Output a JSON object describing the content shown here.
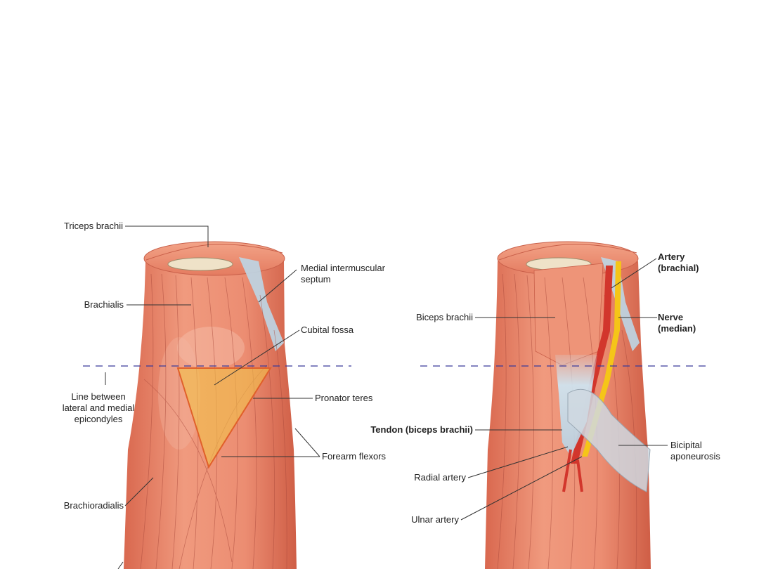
{
  "figure": {
    "colors": {
      "muscle": "#e8836a",
      "muscle_dark": "#c9604a",
      "muscle_light": "#f4b29c",
      "bone": "#efe2c8",
      "tendon": "#bcd6e6",
      "artery": "#d2362c",
      "nerve": "#f5c518",
      "fossa_fill": "#f1c24a",
      "fossa_outline": "#e0602a",
      "epicondyle_line": "#3a3a9a",
      "leader": "#333333"
    },
    "left_panel": {
      "labels": {
        "triceps": "Triceps brachii",
        "septum_1": "Medial intermuscular",
        "septum_2": "septum",
        "brachialis": "Brachialis",
        "cubital": "Cubital fossa",
        "line_1": "Line between",
        "line_2": "lateral and medial",
        "line_3": "epicondyles",
        "pronator": "Pronator teres",
        "flexors": "Forearm flexors",
        "brachioradialis": "Brachioradialis"
      }
    },
    "right_panel": {
      "labels": {
        "artery_1": "Artery",
        "artery_2": "(brachial)",
        "nerve_1": "Nerve",
        "nerve_2": "(median)",
        "biceps": "Biceps brachii",
        "tendon": "Tendon (biceps brachii)",
        "aponeurosis_1": "Bicipital",
        "aponeurosis_2": "aponeurosis",
        "radial": "Radial artery",
        "ulnar": "Ulnar artery"
      }
    }
  }
}
